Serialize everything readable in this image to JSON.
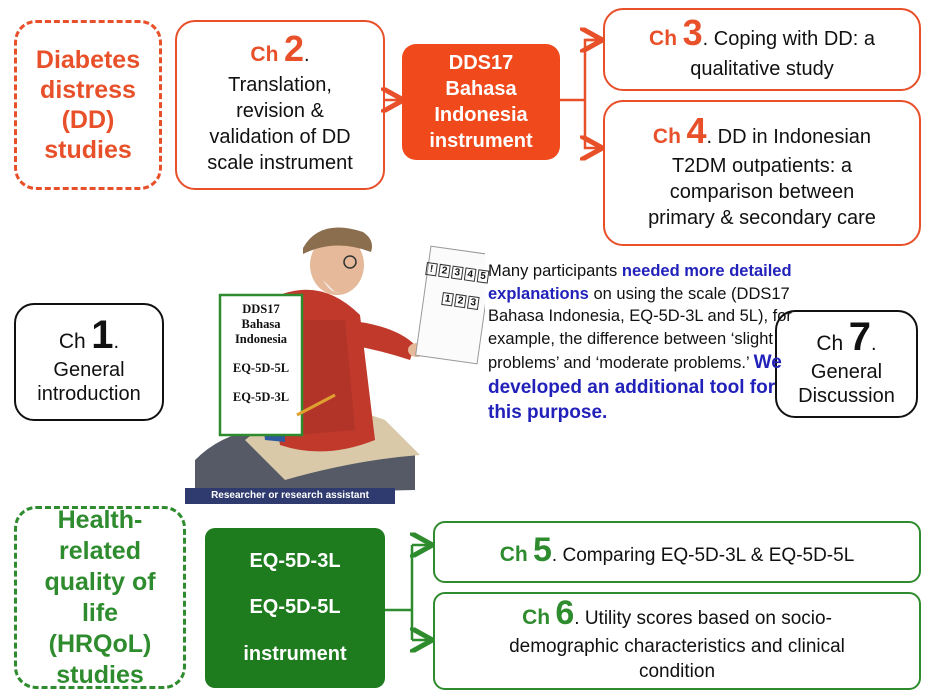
{
  "dd_studies": {
    "label_lines": [
      "Diabetes",
      "distress",
      "(DD)",
      "studies"
    ]
  },
  "ch2": {
    "prefix": "Ch",
    "number": "2",
    "suffix": ".",
    "lines": [
      "Translation,",
      "revision &",
      "validation of DD",
      "scale instrument"
    ]
  },
  "dds17_instrument": {
    "lines": [
      "DDS17",
      "Bahasa",
      "Indonesia",
      "instrument"
    ]
  },
  "ch3": {
    "prefix": "Ch",
    "number": "3",
    "text1": ". Coping with DD: a",
    "text2": "qualitative study"
  },
  "ch4": {
    "prefix": "Ch",
    "number": "4",
    "text1": ". DD in Indonesian",
    "lines": [
      "T2DM outpatients: a",
      "comparison between",
      "primary & secondary care"
    ]
  },
  "ch1": {
    "prefix": "Ch",
    "number": "1",
    "suffix": ".",
    "lines": [
      "General",
      "introduction"
    ]
  },
  "ch7": {
    "prefix": "Ch",
    "number": "7",
    "suffix": ".",
    "lines": [
      "General",
      "Discussion"
    ]
  },
  "illustration": {
    "card_texts": [
      "DDS17",
      "Bahasa",
      "Indonesia",
      "EQ-5D-5L",
      "EQ-5D-3L"
    ],
    "caption": "Researcher or research assistant",
    "paper_row1": [
      "!",
      "2",
      "3",
      "4",
      "5"
    ],
    "paper_row2": [
      "1",
      "2",
      "3"
    ]
  },
  "quote": {
    "part1": "Many participants ",
    "highlight1": "needed more detailed explanations",
    "part2": " on using the scale (DDS17 Bahasa Indonesia, EQ-5D-3L and 5L), for example, the difference between ‘slight problems’ and ‘moderate problems.’ ",
    "highlight2": "We developed an additional tool for this purpose."
  },
  "hrqol_studies": {
    "label_lines": [
      "Health-",
      "related",
      "quality of",
      "life",
      "(HRQoL)",
      "studies"
    ]
  },
  "eq_instrument": {
    "lines": [
      "EQ-5D-3L",
      "EQ-5D-5L",
      "instrument"
    ]
  },
  "ch5": {
    "prefix": "Ch",
    "number": "5",
    "text": ". Comparing EQ-5D-3L & EQ-5D-5L"
  },
  "ch6": {
    "prefix": "Ch",
    "number": "6",
    "text1": ". Utility scores based on socio-",
    "lines": [
      "demographic characteristics and clinical",
      "condition"
    ]
  },
  "colors": {
    "red": "#e8502a",
    "red_fill": "#f04a1c",
    "green": "#2e8b2e",
    "green_fill": "#1e7b1e",
    "blue": "#2222bb"
  }
}
